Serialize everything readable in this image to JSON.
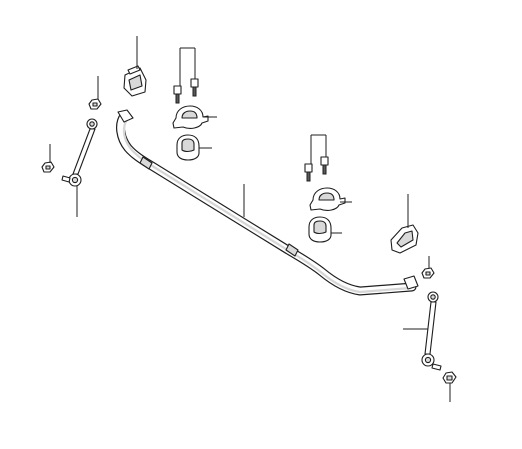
{
  "diagram": {
    "colors": {
      "line": "#1f1f1f",
      "shade": "#d9d9d9",
      "background": "#ffffff"
    },
    "parts": [
      "stabilizer-bar",
      "left-bushing",
      "left-bushing-clamp",
      "left-clamp-bolts",
      "right-bushing",
      "right-bushing-clamp",
      "right-clamp-bolts",
      "left-bracket",
      "right-bracket",
      "left-drop-link",
      "right-drop-link",
      "left-link-upper-nut",
      "left-link-lower-nut",
      "right-link-upper-nut",
      "right-link-lower-nut"
    ]
  }
}
